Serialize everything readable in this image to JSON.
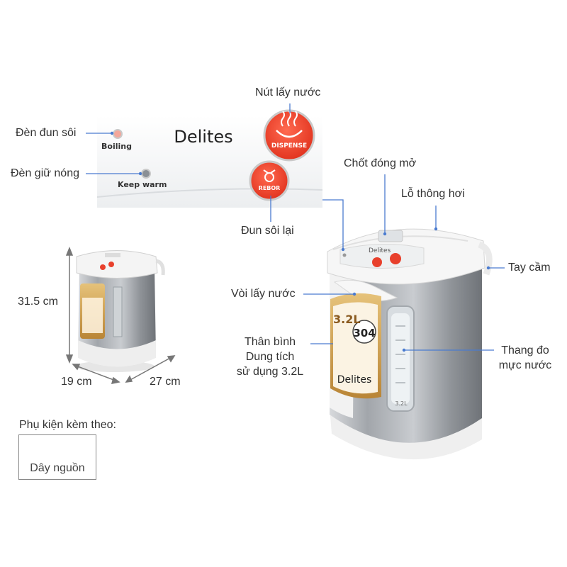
{
  "panel": {
    "brand": "Delites",
    "boiling_label": "Boiling",
    "keep_warm_label": "Keep warm",
    "dispense_label": "DISPENSE",
    "rebor_label": "REBOR"
  },
  "callouts": {
    "den_dun_soi": "Đèn đun sôi",
    "den_giu_nong": "Đèn giữ nóng",
    "nut_lay_nuoc": "Nút lấy nước",
    "dun_soi_lai": "Đun sôi lại",
    "chot_dong_mo": "Chốt đóng mở",
    "lo_thong_hoi": "Lỗ thông hơi",
    "tay_cam": "Tay cầm",
    "voi_lay_nuoc": "Vòi lấy nước",
    "than_binh": "Thân bình",
    "dung_tich": "Dung tích",
    "su_dung": "sử dụng 3.2L",
    "thang_do": "Thang đo",
    "muc_nuoc": "mực nước"
  },
  "dimensions": {
    "height": "31.5 cm",
    "width": "19 cm",
    "depth": "27 cm"
  },
  "accessories": {
    "title": "Phụ kiện kèm theo:",
    "item": "Dây nguồn"
  },
  "product_label": {
    "brand": "Delites",
    "capacity": "3.2L",
    "steel_grade": "304",
    "window_mark": "3.2L"
  },
  "colors": {
    "accent_red": "#e8402c",
    "body_steel": "#9a9ea3",
    "shell_white": "#f3f3f3",
    "label_gold": "#c99a4a"
  }
}
